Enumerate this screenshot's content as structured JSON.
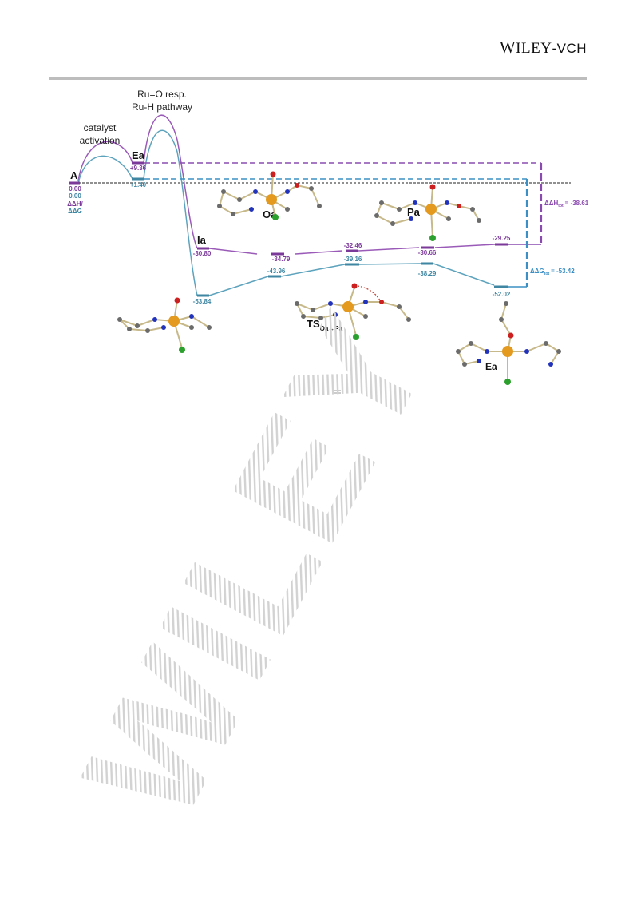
{
  "header": {
    "publisher": "WILEY-VCH",
    "publisher_parts": [
      "W",
      "ILEY",
      "-VCH"
    ]
  },
  "diagram": {
    "labels": {
      "pathway_line1": "Ru=O resp.",
      "pathway_line2": "Ru-H pathway",
      "activation_line1": "catalyst",
      "activation_line2": "activation",
      "legend_dH": "ΔΔH/",
      "legend_dG": "ΔΔG"
    },
    "states": [
      {
        "name": "A",
        "dH": "0.00",
        "dG": "0.00"
      },
      {
        "name": "Ea",
        "dH": "+9.36",
        "dG": "+1.40"
      },
      {
        "name": "Ia",
        "dH": "-30.80",
        "dG": "-53.84"
      },
      {
        "name": "",
        "dH": "-34.79",
        "dG": "-43.96"
      },
      {
        "name": "",
        "dH": "-32.46",
        "dG": "-39.16"
      },
      {
        "name": "",
        "dH": "-30.66",
        "dG": "-38.29"
      },
      {
        "name": "",
        "dH": "-29.25",
        "dG": "-52.02"
      }
    ],
    "structure_labels": {
      "oa": "Oa",
      "pa": "Pa",
      "ts_main": "TS",
      "ts_sub": "Oa→Pa",
      "ea": "Ea"
    },
    "totals": {
      "dH_prefix": "ΔΔH",
      "dH_sub": "tot",
      "dH_value": "= -38.61",
      "dG_prefix": "ΔΔG",
      "dG_sub": "tot",
      "dG_value": "= -53.42"
    },
    "colors": {
      "enthalpy": "#7b3a9a",
      "free_energy": "#3f86a3",
      "enthalpy_total": "#8a4bb0",
      "free_energy_total": "#3b8fc4",
      "ruthenium": "#e39a1f",
      "chlorine": "#2ca02c",
      "nitrogen": "#2233bb",
      "oxygen": "#cc1f1f",
      "carbon": "#6b6b6b"
    }
  },
  "watermark": {
    "text": "WILEY"
  }
}
